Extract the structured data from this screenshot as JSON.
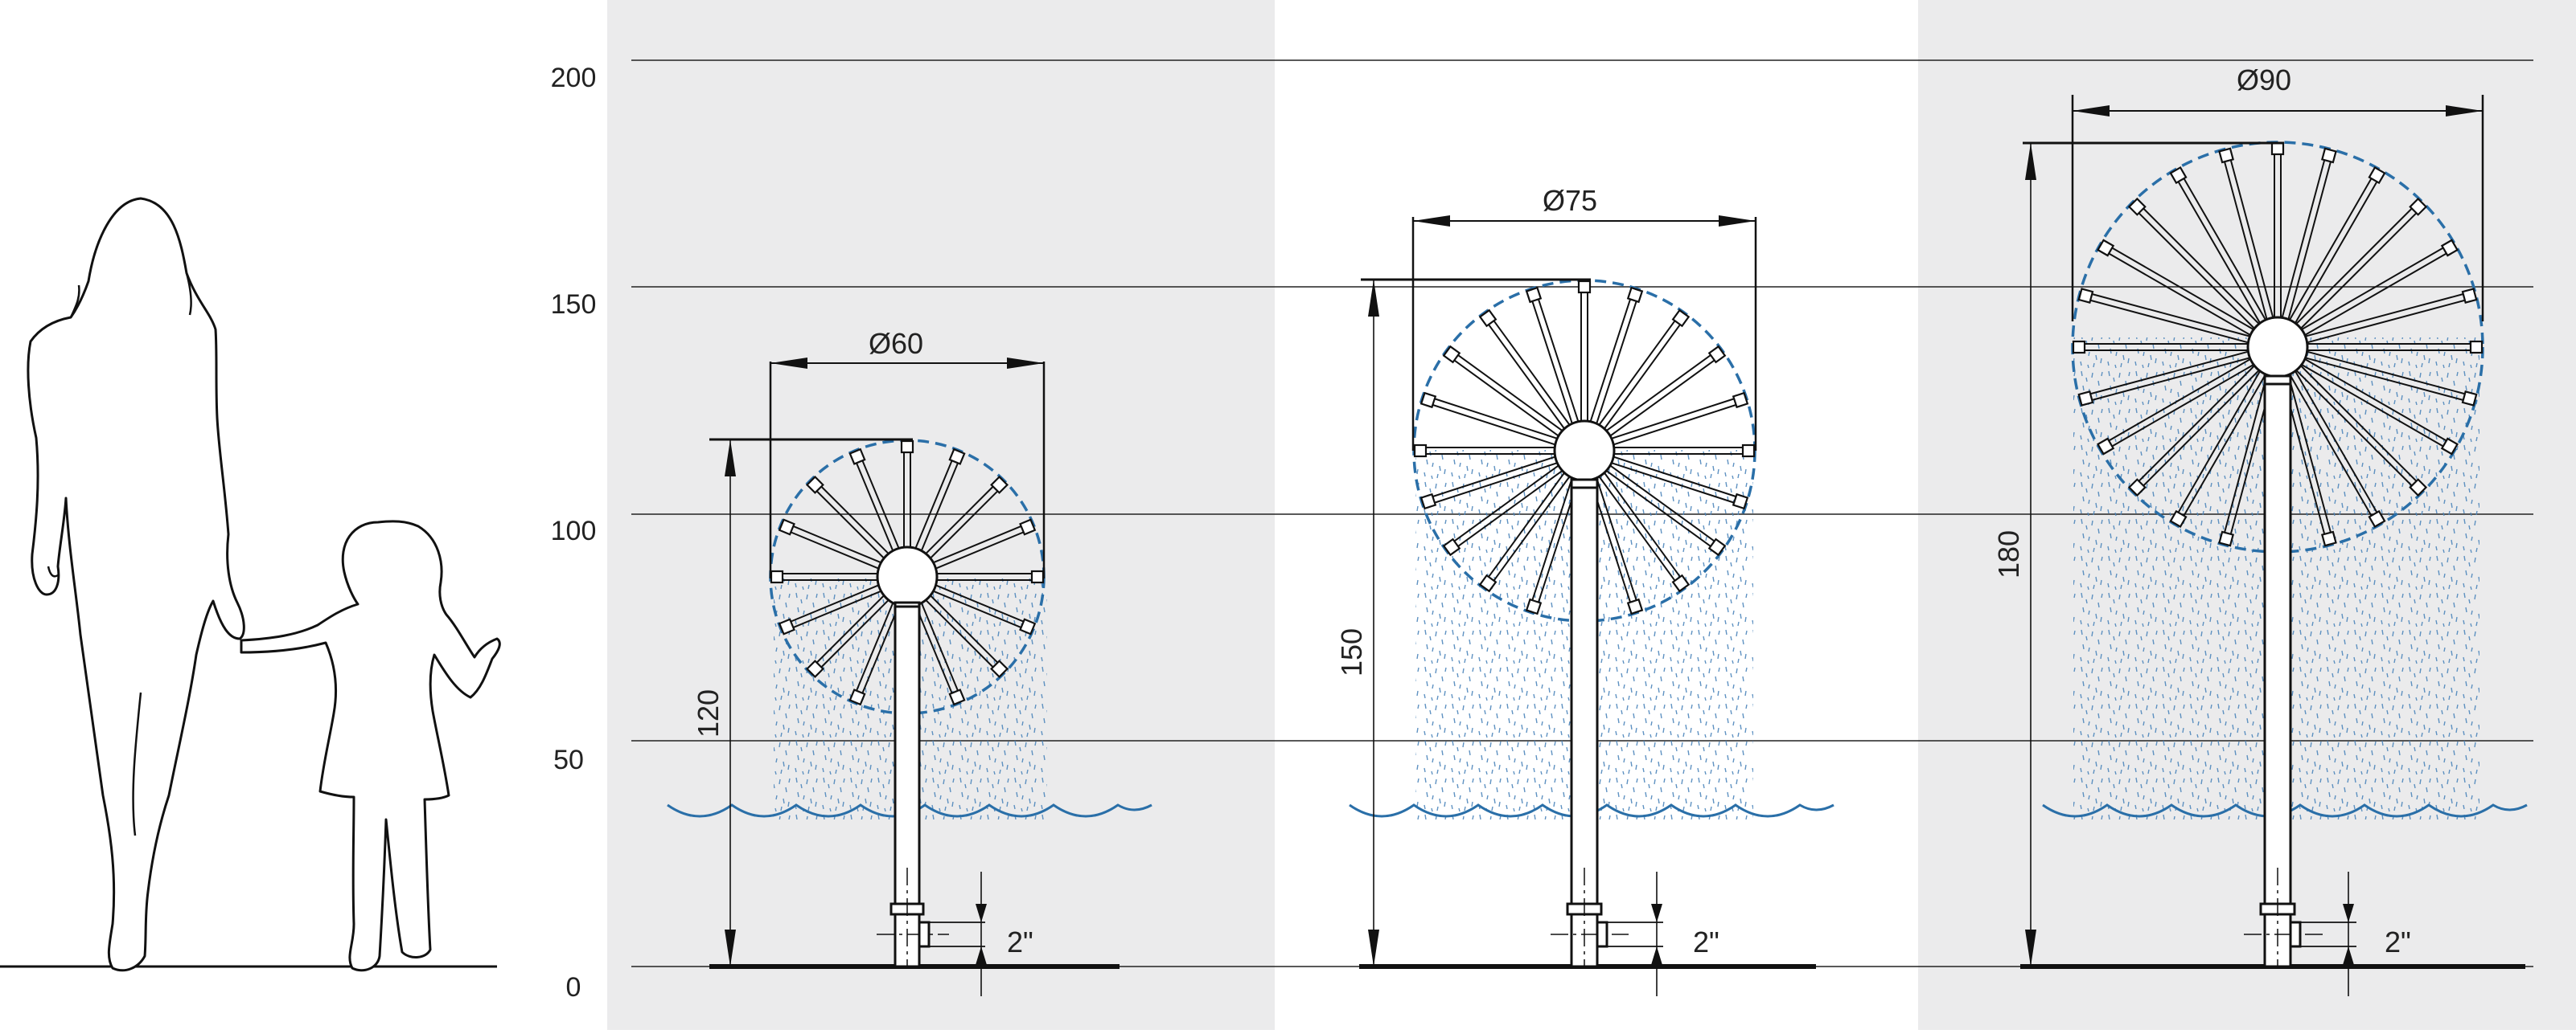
{
  "scale": {
    "ticks": [
      "0",
      "50",
      "100",
      "150",
      "200"
    ]
  },
  "units": [
    {
      "diameter_label": "Ø60",
      "height_label": "120",
      "pipe_label": "2\""
    },
    {
      "diameter_label": "Ø75",
      "height_label": "150",
      "pipe_label": "2\""
    },
    {
      "diameter_label": "Ø90",
      "height_label": "180",
      "pipe_label": "2\""
    }
  ],
  "colors": {
    "panel_gray": "#ebebec",
    "line": "#111111",
    "water_blue": "#2a6fa8",
    "spray_blue": "#4d86bb"
  },
  "icons": [
    "adult-silhouette-icon",
    "child-silhouette-icon"
  ]
}
